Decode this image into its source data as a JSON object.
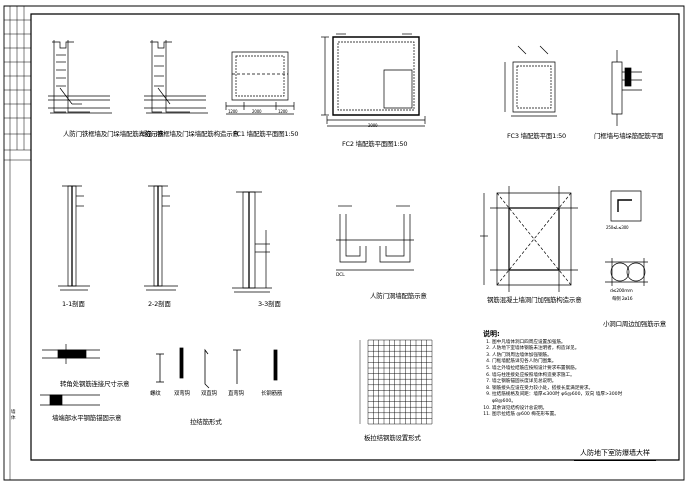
{
  "sheet": {
    "title": "人防地下室防爆墙大样",
    "title_block_small": [
      "墙",
      "体"
    ]
  },
  "details": [
    {
      "id": "d1",
      "label": "人防门铁框墙及门垛墙配筋详细示意"
    },
    {
      "id": "d2",
      "label": "人防门铁框墙及门垛墙配筋构造示意"
    },
    {
      "id": "d3",
      "label": "FC1 墙配筋平面图1:50"
    },
    {
      "id": "d4",
      "label": "FC2 墙配筋平面图1:50"
    },
    {
      "id": "d5",
      "label": "FC3 墙配筋平面1:50"
    },
    {
      "id": "d6",
      "label": "门框墙与墙垛筋配筋平面"
    },
    {
      "id": "d7",
      "label": "1-1剖面"
    },
    {
      "id": "d8",
      "label": "2-2剖面"
    },
    {
      "id": "d9",
      "label": "3-3剖面"
    },
    {
      "id": "d10",
      "label": "人防门洞墙配筋示意"
    },
    {
      "id": "d11",
      "label": "钢筋混凝土墙洞门加强筋构造示意"
    },
    {
      "id": "d12",
      "label": "小洞口周边加强筋示意"
    },
    {
      "id": "d13",
      "label": "转角处钢筋连接尺寸示意"
    },
    {
      "id": "d14",
      "label": "墙端部水平钢筋锚固示意"
    },
    {
      "id": "d15",
      "label": "拉结筋形式"
    },
    {
      "id": "d16",
      "label": "板拉结钢筋设置形式"
    }
  ],
  "hooks": [
    "螺纹",
    "双弯钩",
    "双直钩",
    "直弯钩",
    "长钢筋筋"
  ],
  "dims": {
    "fc1": [
      "1200",
      "2000",
      "1200"
    ],
    "fc2": "2000",
    "small_opening": "250≤L≤300",
    "small_dim": "d≤200mm",
    "small_note": "每侧 2ø16",
    "dcl": "DCL"
  },
  "notes": {
    "heading": "说明:",
    "items": [
      "图中凡墙体洞口四周应设置加强筋。",
      "人防地下室墙体钢筋未注明者，构造详见。",
      "人防门洞周边墙体加强钢筋。",
      "门框墙配筋详见各人防门图集。",
      "墙之外墙拉结筋应按照设计要求布置钢筋。",
      "墙与柱连接处应按照墙体构造要求施工。",
      "墙之钢筋锚固长度详见总说明。",
      "钢筋接头应设在受力较小处，搭接长度满足要求。",
      "拉结筋规格及间距：墙厚≤300时 φ6@600，双向 墙厚>300时 φ8@600。",
      "其余详见结构设计总说明。",
      "图示拉结筋 @600 梅花形布置。"
    ]
  }
}
